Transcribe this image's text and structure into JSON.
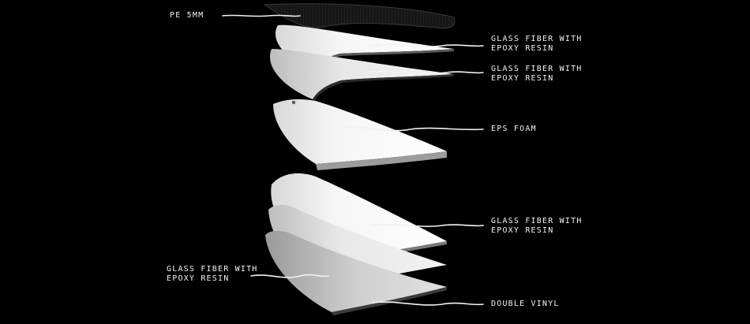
{
  "diagram": {
    "colors": {
      "background": "#000000",
      "label": "#f2f2f2",
      "layer_white": "#f4f4f4",
      "layer_light": "#e6e6e6",
      "layer_edge": "#8a8a8a",
      "deck_pad": "#1e1e1e"
    },
    "labels": [
      {
        "id": "pe",
        "lines": [
          "PE 5mm"
        ]
      },
      {
        "id": "glass1",
        "lines": [
          "GLASS FIBER WITH",
          "EPOXY RESIN"
        ]
      },
      {
        "id": "glass2",
        "lines": [
          "GLASS FIBER WITH",
          "EPOXY RESIN"
        ]
      },
      {
        "id": "eps",
        "lines": [
          "EPS FOAM"
        ]
      },
      {
        "id": "glass3",
        "lines": [
          "GLASS FIBER WITH",
          "EPOXY RESIN"
        ]
      },
      {
        "id": "glass4",
        "lines": [
          "GLASS FIBER WITH",
          "EPOXY RESIN"
        ]
      },
      {
        "id": "vinyl",
        "lines": [
          "DOUBLE VINYL"
        ]
      }
    ]
  }
}
